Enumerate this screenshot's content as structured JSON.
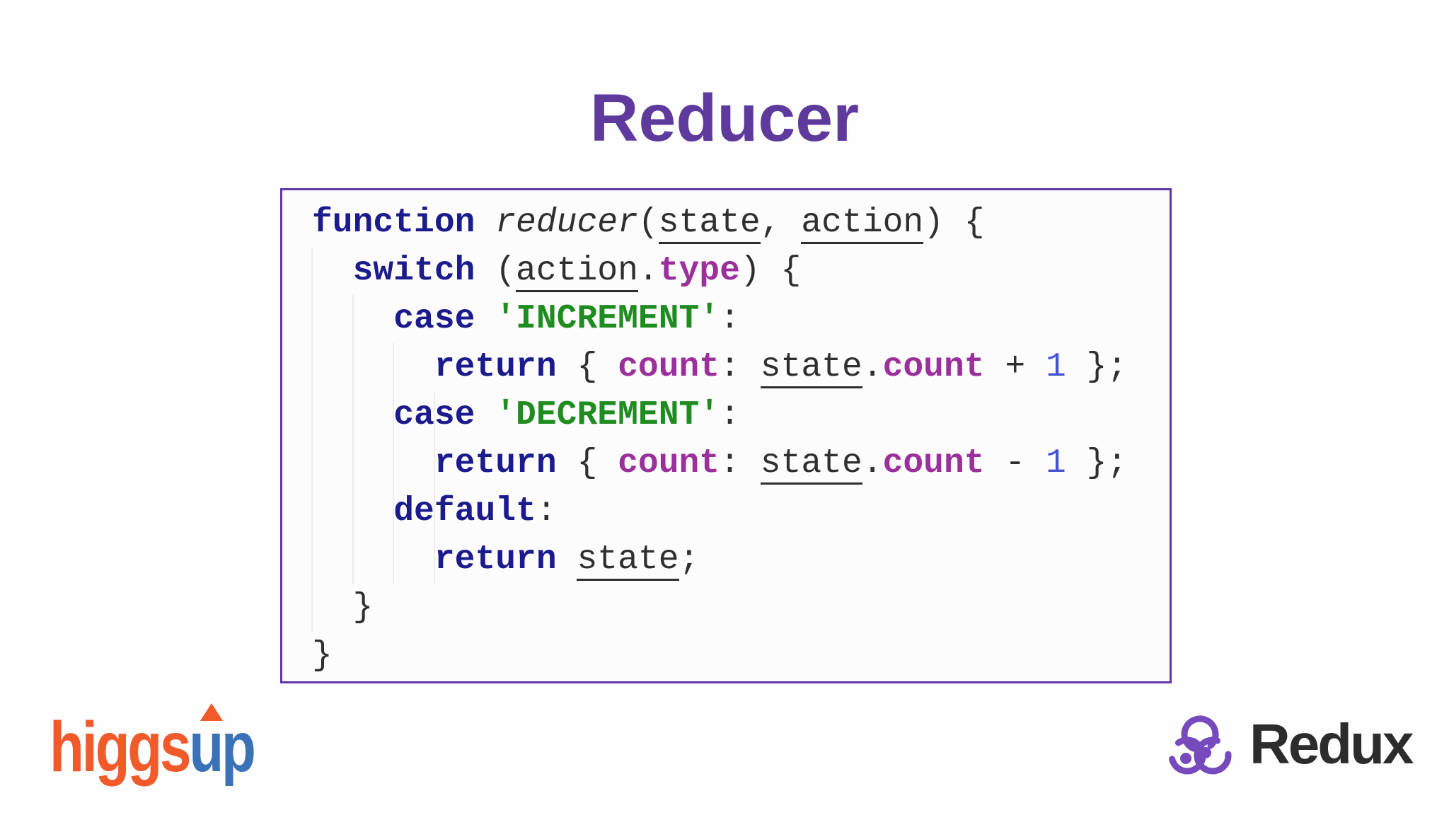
{
  "title": {
    "text": "Reducer"
  },
  "palette": {
    "title-color": "#5e3a9c",
    "border-color": "#6136a6",
    "plain-color": "#2f2f2f",
    "keyword-color": "#1b1b8e",
    "string-color": "#1f8c1f",
    "property-color": "#9b2f9b",
    "number-color": "#4553d4",
    "higgs-orange": "#f15a2b",
    "up-blue": "#3a72b8",
    "redux-purple": "#764abc",
    "redux-text-color": "#2c2c2c"
  },
  "code_block": {
    "language": "javascript",
    "plain_text": "function reducer(state, action) {\n  switch (action.type) {\n    case 'INCREMENT':\n      return { count: state.count + 1 };\n    case 'DECREMENT':\n      return { count: state.count - 1 };\n    default:\n      return state;\n  }\n}",
    "lines": [
      [
        [
          "kw",
          "function"
        ],
        [
          "pl",
          " "
        ],
        [
          "fn",
          "reducer"
        ],
        [
          "pl",
          "("
        ],
        [
          "un",
          "state"
        ],
        [
          "pl",
          ", "
        ],
        [
          "un",
          "action"
        ],
        [
          "pl",
          ") {"
        ]
      ],
      [
        [
          "pl",
          "  "
        ],
        [
          "kw",
          "switch"
        ],
        [
          "pl",
          " ("
        ],
        [
          "un",
          "action"
        ],
        [
          "pl",
          "."
        ],
        [
          "pr",
          "type"
        ],
        [
          "pl",
          ") {"
        ]
      ],
      [
        [
          "pl",
          "    "
        ],
        [
          "kw",
          "case"
        ],
        [
          "pl",
          " "
        ],
        [
          "st",
          "'INCREMENT'"
        ],
        [
          "pl",
          ":"
        ]
      ],
      [
        [
          "pl",
          "      "
        ],
        [
          "kw",
          "return"
        ],
        [
          "pl",
          " { "
        ],
        [
          "pr",
          "count"
        ],
        [
          "pl",
          ": "
        ],
        [
          "un",
          "state"
        ],
        [
          "pl",
          "."
        ],
        [
          "pr",
          "count"
        ],
        [
          "pl",
          " + "
        ],
        [
          "nu",
          "1"
        ],
        [
          "pl",
          " };"
        ]
      ],
      [
        [
          "pl",
          "    "
        ],
        [
          "kw",
          "case"
        ],
        [
          "pl",
          " "
        ],
        [
          "st",
          "'DECREMENT'"
        ],
        [
          "pl",
          ":"
        ]
      ],
      [
        [
          "pl",
          "      "
        ],
        [
          "kw",
          "return"
        ],
        [
          "pl",
          " { "
        ],
        [
          "pr",
          "count"
        ],
        [
          "pl",
          ": "
        ],
        [
          "un",
          "state"
        ],
        [
          "pl",
          "."
        ],
        [
          "pr",
          "count"
        ],
        [
          "pl",
          " - "
        ],
        [
          "nu",
          "1"
        ],
        [
          "pl",
          " };"
        ]
      ],
      [
        [
          "pl",
          "    "
        ],
        [
          "kw",
          "default"
        ],
        [
          "pl",
          ":"
        ]
      ],
      [
        [
          "pl",
          "      "
        ],
        [
          "kw",
          "return"
        ],
        [
          "pl",
          " "
        ],
        [
          "un",
          "state"
        ],
        [
          "pl",
          ";"
        ]
      ],
      [
        [
          "pl",
          "  }"
        ]
      ],
      [
        [
          "pl",
          "}"
        ]
      ]
    ]
  },
  "footer": {
    "higgsup": {
      "part1": "higgs",
      "part2": "up",
      "arrow_icon": "up-triangle"
    },
    "redux": {
      "label": "Redux",
      "icon": "redux-knot-icon"
    }
  }
}
